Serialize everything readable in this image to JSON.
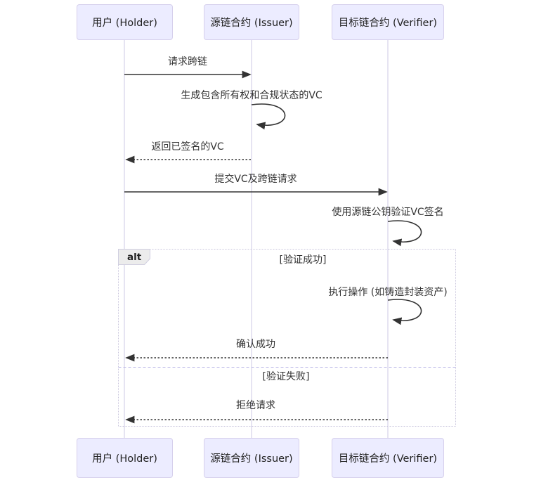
{
  "diagram": {
    "type": "sequence-diagram",
    "participants": [
      {
        "name": "用户 (Holder)"
      },
      {
        "name": "源链合约 (Issuer)"
      },
      {
        "name": "目标链合约 (Verifier)"
      }
    ],
    "messages": [
      {
        "from": "用户 (Holder)",
        "to": "源链合约 (Issuer)",
        "text": "请求跨链",
        "line": "solid"
      },
      {
        "from": "源链合约 (Issuer)",
        "to": "源链合约 (Issuer)",
        "text": "生成包含所有权和合规状态的VC",
        "line": "self"
      },
      {
        "from": "源链合约 (Issuer)",
        "to": "用户 (Holder)",
        "text": "返回已签名的VC",
        "line": "dashed"
      },
      {
        "from": "用户 (Holder)",
        "to": "目标链合约 (Verifier)",
        "text": "提交VC及跨链请求",
        "line": "solid"
      },
      {
        "from": "目标链合约 (Verifier)",
        "to": "目标链合约 (Verifier)",
        "text": "使用源链公钥验证VC签名",
        "line": "self"
      },
      {
        "from": "目标链合约 (Verifier)",
        "to": "目标链合约 (Verifier)",
        "text": "执行操作 (如铸造封装资产)",
        "line": "self"
      },
      {
        "from": "目标链合约 (Verifier)",
        "to": "用户 (Holder)",
        "text": "确认成功",
        "line": "dashed"
      },
      {
        "from": "目标链合约 (Verifier)",
        "to": "用户 (Holder)",
        "text": "拒绝请求",
        "line": "dashed"
      }
    ],
    "alt": {
      "label": "alt",
      "conditions": [
        "[验证成功]",
        "[验证失败]"
      ]
    },
    "colors": {
      "actor_fill": "#ececff",
      "actor_border": "#d6d0ec",
      "lifeline": "#ccc8e6",
      "arrow": "#333333",
      "text": "#333333",
      "frame_border": "#c9c5dc",
      "divider": "#bfbce8",
      "alt_label_bg": "#ececec"
    }
  }
}
